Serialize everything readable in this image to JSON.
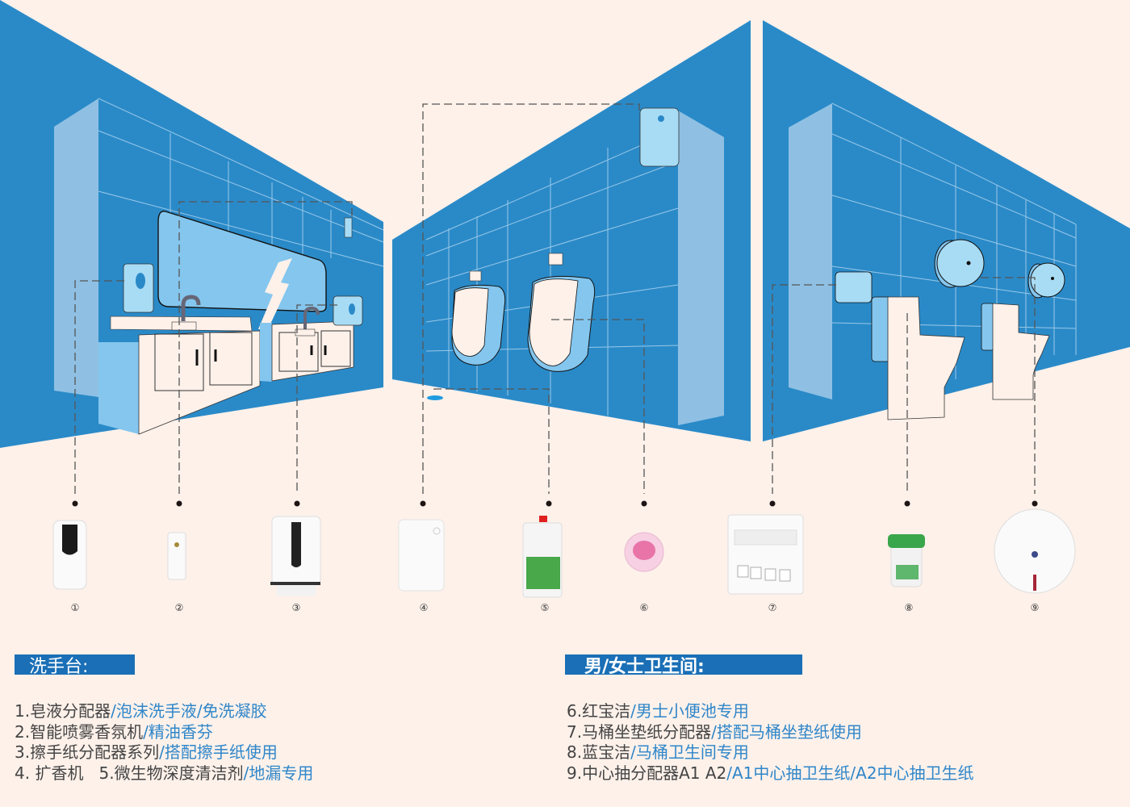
{
  "colors": {
    "background": "#fdf1ea",
    "wall": "#2a8ac8",
    "wall_light": "#8fc0e3",
    "fixture_blue": "#7fc6ee",
    "section_bar": "#1a6fb6",
    "highlight_text": "#2f86c9",
    "body_text": "#444444"
  },
  "scene": {
    "areas": [
      "washbasin",
      "urinal-wall",
      "toilet-wall"
    ]
  },
  "products": [
    {
      "id": 1,
      "marker": "①",
      "name": "soap-dispenser"
    },
    {
      "id": 2,
      "marker": "②",
      "name": "spray-air-freshener"
    },
    {
      "id": 3,
      "marker": "③",
      "name": "hand-towel-dispenser"
    },
    {
      "id": 4,
      "marker": "④",
      "name": "aroma-diffuser"
    },
    {
      "id": 5,
      "marker": "⑤",
      "name": "microbial-cleaner-jug"
    },
    {
      "id": 6,
      "marker": "⑥",
      "name": "red-urinal-block"
    },
    {
      "id": 7,
      "marker": "⑦",
      "name": "seat-cover-dispenser"
    },
    {
      "id": 8,
      "marker": "⑧",
      "name": "blue-toilet-block"
    },
    {
      "id": 9,
      "marker": "⑨",
      "name": "center-pull-dispenser"
    }
  ],
  "sections": {
    "washbasin": {
      "title": "洗手台:",
      "items": [
        {
          "main": "1.皂液分配器",
          "sub": "/泡沫洗手液/免洗凝胶"
        },
        {
          "main": "2.智能喷雾香氛机",
          "sub": "/精油香芬"
        },
        {
          "main": "3.擦手纸分配器系列",
          "sub": "/搭配擦手纸使用"
        },
        {
          "main": "4. 扩香机   5.微生物深度清洁剂",
          "sub": "/地漏专用"
        }
      ]
    },
    "restroom": {
      "title": "男/女士卫生间:",
      "items": [
        {
          "main": "6.红宝洁",
          "sub": "/男士小便池专用"
        },
        {
          "main": "7.马桶坐垫纸分配器",
          "sub": "/搭配马桶坐垫纸使用"
        },
        {
          "main": "8.蓝宝洁",
          "sub": "/马桶卫生间专用"
        },
        {
          "main": "9.中心抽分配器A1 A2",
          "sub": "/A1中心抽卫生纸/A2中心抽卫生纸"
        }
      ]
    }
  }
}
